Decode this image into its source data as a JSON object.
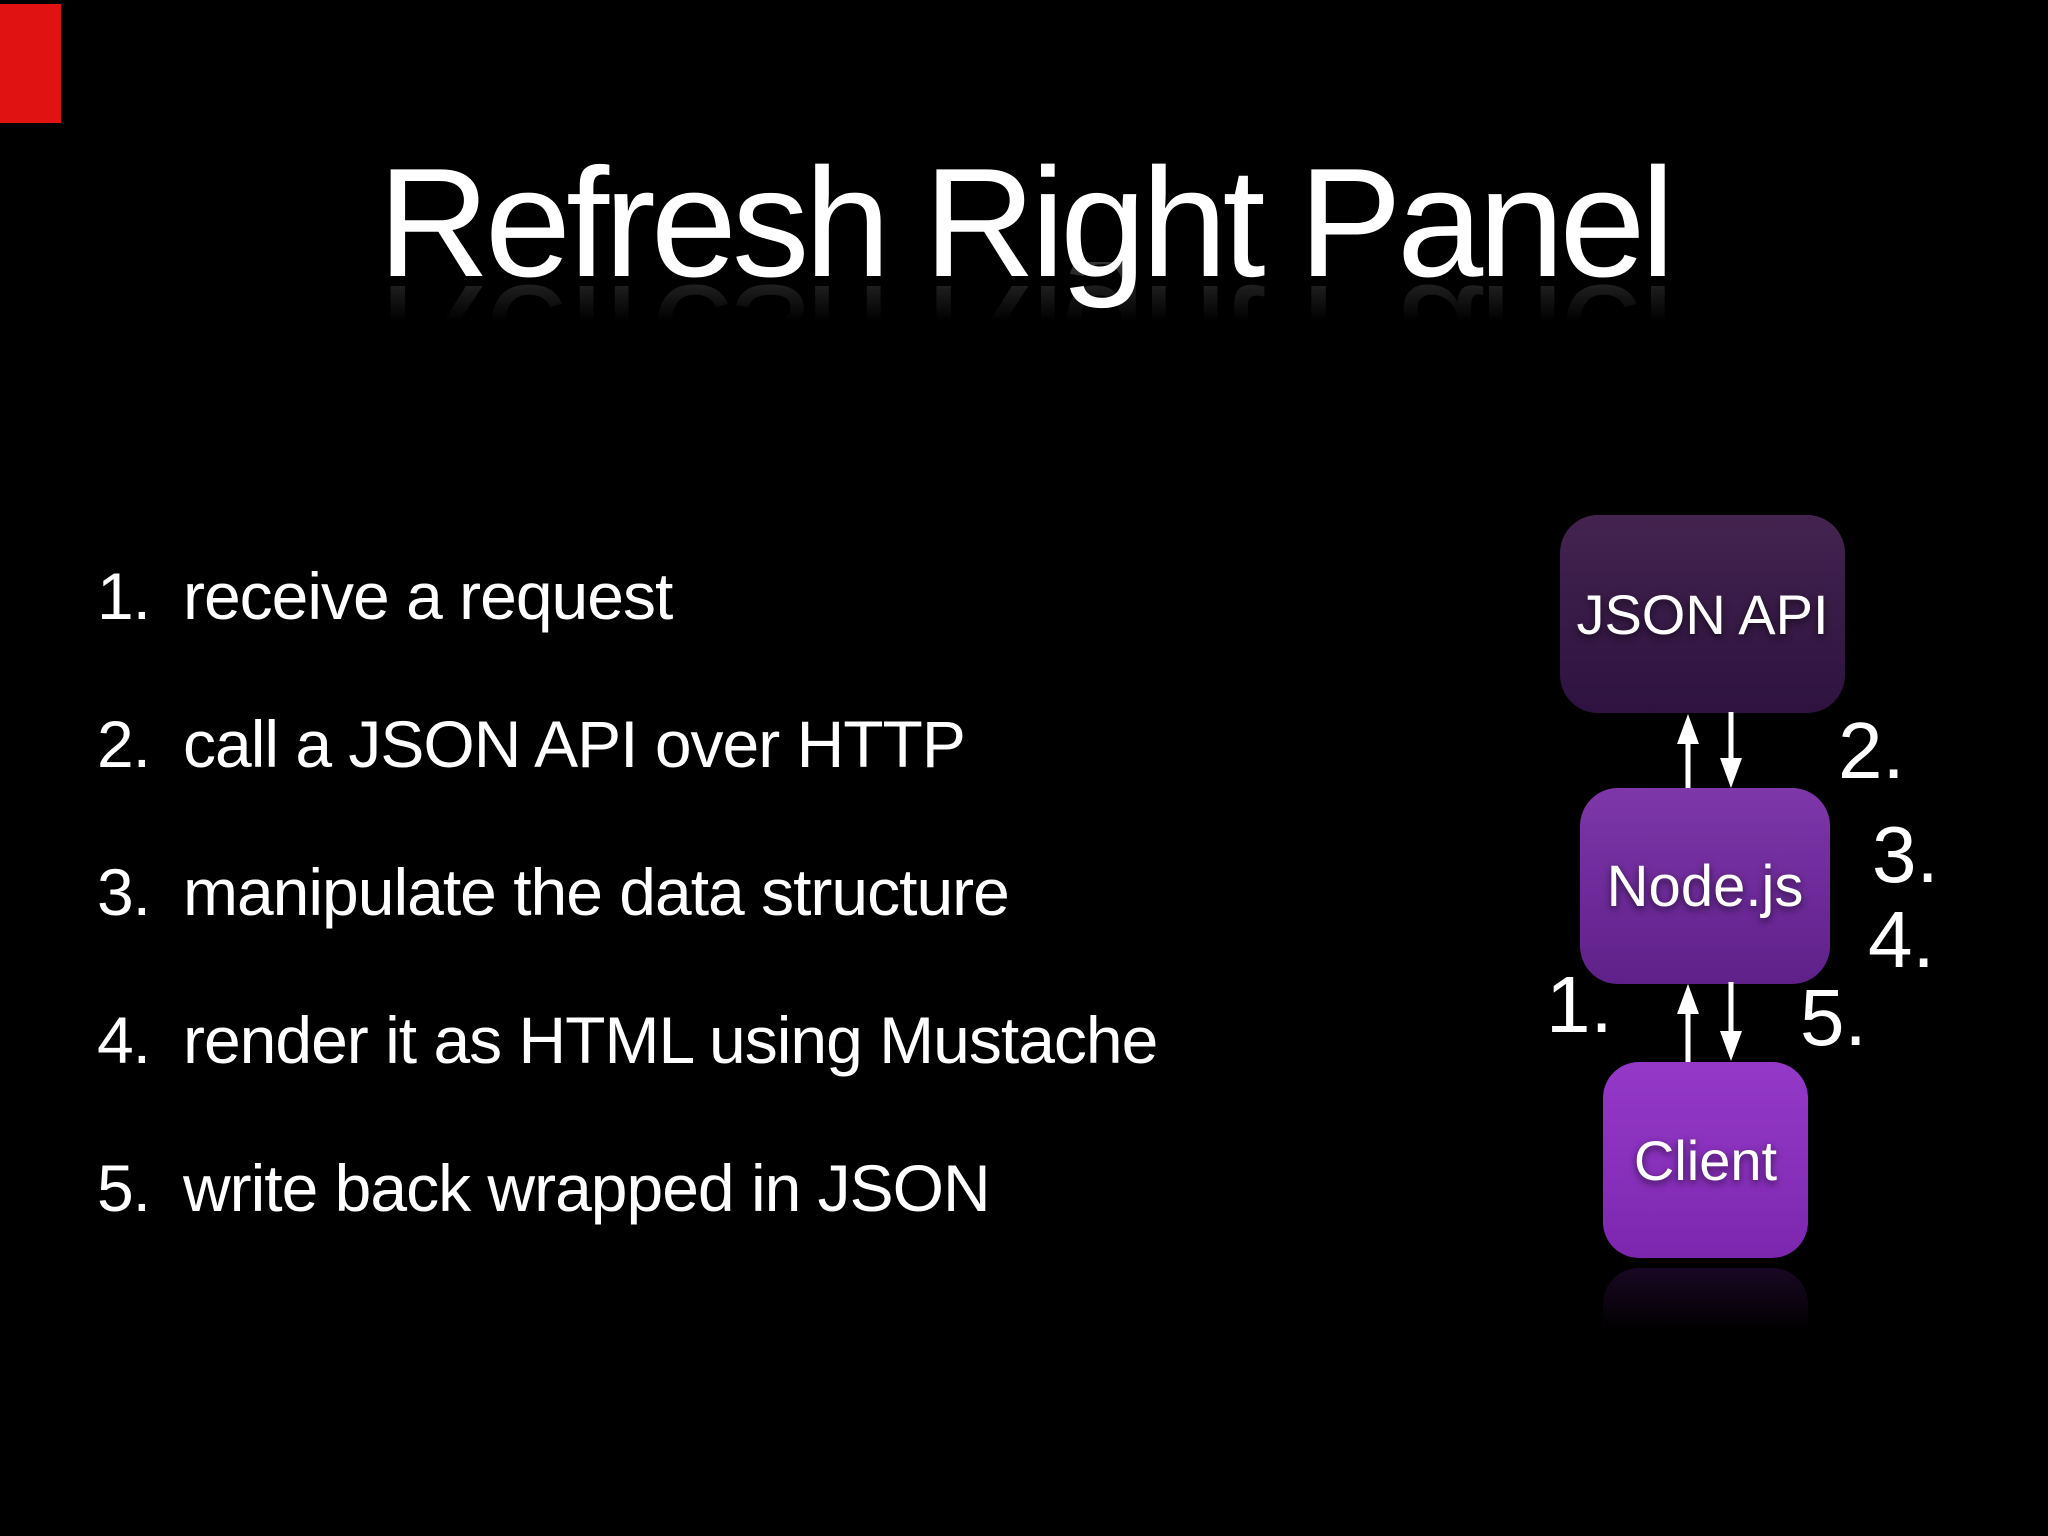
{
  "slide": {
    "title": "Refresh Right Panel",
    "background_color": "#000000",
    "text_color": "#ffffff",
    "corner_marker_color": "#e11212",
    "steps": [
      {
        "num": "1.",
        "text": "receive a request"
      },
      {
        "num": "2.",
        "text": "call a JSON API over HTTP"
      },
      {
        "num": "3.",
        "text": "manipulate the data structure"
      },
      {
        "num": "4.",
        "text": "render it as HTML using Mustache"
      },
      {
        "num": "5.",
        "text": "write back wrapped in JSON"
      }
    ]
  },
  "diagram": {
    "nodes": [
      {
        "label": "JSON API",
        "color_top": "#44234f",
        "color_bottom": "#2e1240"
      },
      {
        "label": "Node.js",
        "color_top": "#7e37a8",
        "color_bottom": "#5f2189"
      },
      {
        "label": "Client",
        "color_top": "#9438c8",
        "color_bottom": "#7c25ae"
      }
    ],
    "arrow_color": "#ffffff",
    "step_labels": {
      "s1": "1.",
      "s2": "2.",
      "s3": "3.",
      "s4": "4.",
      "s5": "5."
    }
  }
}
